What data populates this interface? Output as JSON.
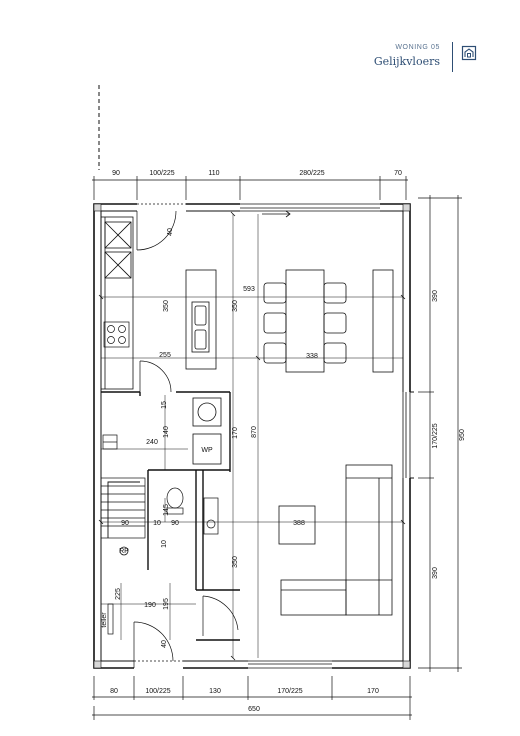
{
  "header": {
    "subtitle": "WONING 05",
    "title": "Gelijkvloers",
    "brand_color": "#2e4e74",
    "logo_icon": "house-logo-icon"
  },
  "plan": {
    "top_dims": [
      "90",
      "100/225",
      "110",
      "280/225",
      "70"
    ],
    "bottom_dims": [
      "80",
      "100/225",
      "130",
      "170/225",
      "170"
    ],
    "bottom_total": "650",
    "right_dims": [
      "390",
      "170/225",
      "390"
    ],
    "right_total": "950",
    "interior_dims": [
      "350",
      "350",
      "593",
      "338",
      "255",
      "15",
      "140",
      "240",
      "170",
      "870",
      "145",
      "90",
      "10",
      "90",
      "388",
      "10",
      "350",
      "225",
      "190",
      "195",
      "40",
      "40"
    ],
    "labels": {
      "wp": "WP",
      "teller": "teller",
      "rp": "RP"
    }
  }
}
